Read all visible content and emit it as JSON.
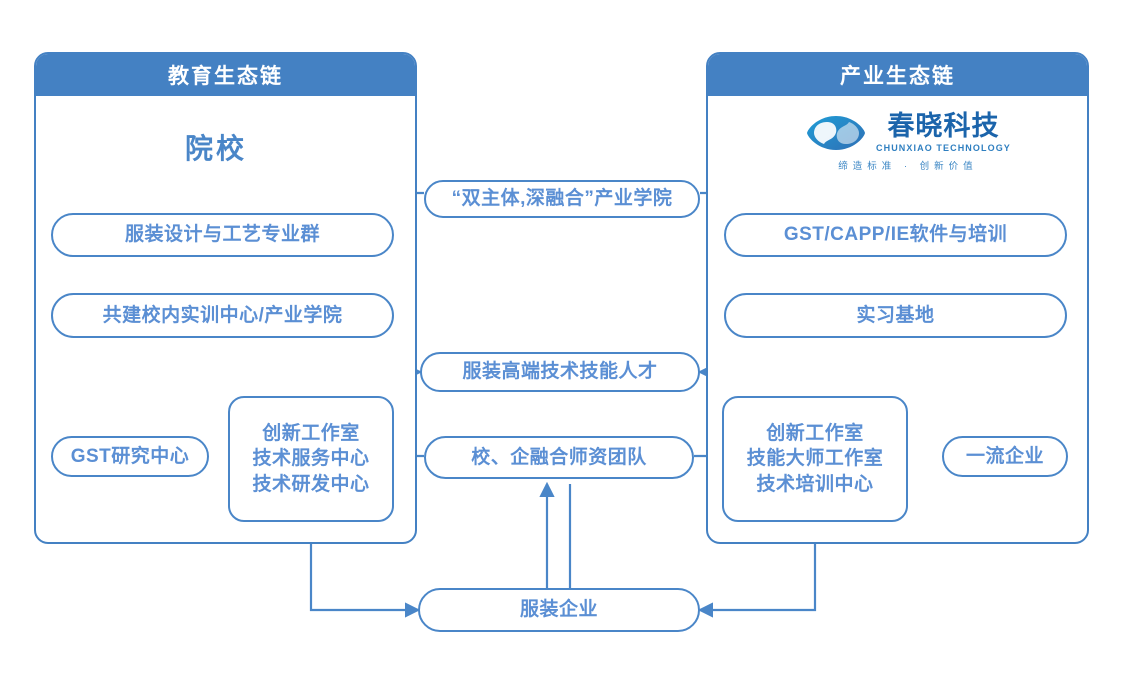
{
  "diagram": {
    "title_left": "教育生态链",
    "title_right": "产业生态链",
    "accent": "#4481c3",
    "node_border": "#4a86c8",
    "node_text": "#5b8fd4",
    "header_text": "#ffffff"
  },
  "left_panel": {
    "header": "教育生态链",
    "section_title": "院校",
    "nodes": {
      "major_group": "服装设计与工艺专业群",
      "training_center": "共建校内实训中心/产业学院",
      "gst_research": "GST研究中心",
      "innovation_box": [
        "创新工作室",
        "技术服务中心",
        "技术研发中心"
      ]
    }
  },
  "right_panel": {
    "header": "产业生态链",
    "logo": {
      "cn": "春晓科技",
      "en": "CHUNXIAO TECHNOLOGY",
      "tagline": "缔造标准 · 创新价值",
      "mark": "eye-wave-logo-icon"
    },
    "nodes": {
      "software_training": "GST/CAPP/IE软件与培训",
      "internship_base": "实习基地",
      "top_enterprise": "一流企业",
      "innovation_box": [
        "创新工作室",
        "技能大师工作室",
        "技术培训中心"
      ]
    }
  },
  "center_nodes": {
    "industry_college": "“双主体,深融合”产业学院",
    "talent": "服装高端技术技能人才",
    "faculty_team": "校、企融合师资团队",
    "apparel_enterprise": "服装企业"
  }
}
